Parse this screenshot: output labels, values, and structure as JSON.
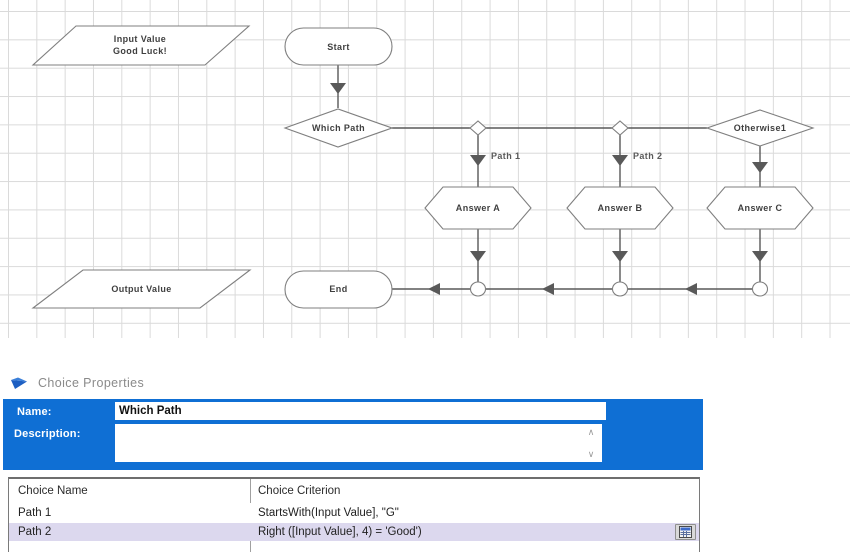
{
  "colors": {
    "panel_blue": "#0f6fd4",
    "selected_row": "#dcd8ee",
    "grid_line": "#dadada",
    "shape_stroke": "#7f7f7f",
    "connector": "#595959"
  },
  "icons": {
    "properties_arrow": "blue-arrow",
    "scroll_up": "∧",
    "scroll_down": "∨",
    "expression_button": "calculator"
  },
  "diagram": {
    "nodes": {
      "input_value": {
        "line1": "Input Value",
        "line2": "Good Luck!"
      },
      "start": {
        "label": "Start"
      },
      "which_path": {
        "label": "Which Path"
      },
      "otherwise1": {
        "label": "Otherwise1"
      },
      "answer_a": {
        "label": "Answer A"
      },
      "answer_b": {
        "label": "Answer B"
      },
      "answer_c": {
        "label": "Answer C"
      },
      "output_value": {
        "label": "Output Value"
      },
      "end": {
        "label": "End"
      }
    },
    "edge_labels": {
      "path1": "Path 1",
      "path2": "Path 2"
    }
  },
  "properties_panel": {
    "title": "Choice Properties",
    "name_label": "Name:",
    "name_value": "Which Path",
    "description_label": "Description:",
    "description_value": "",
    "table": {
      "columns": [
        "Choice Name",
        "Choice Criterion"
      ],
      "rows": [
        {
          "name": "Path 1",
          "criterion": "StartsWith(Input Value], \"G\"",
          "selected": false
        },
        {
          "name": "Path 2",
          "criterion": "Right ([Input Value], 4) = 'Good')",
          "selected": true
        }
      ]
    }
  }
}
